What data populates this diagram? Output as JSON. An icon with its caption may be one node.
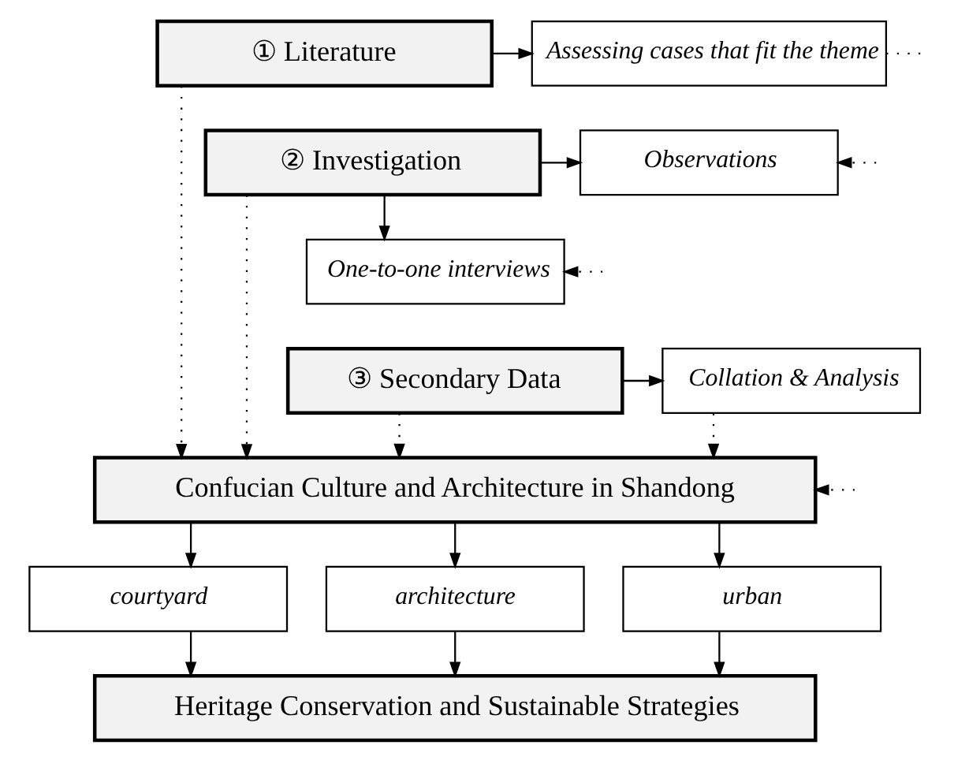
{
  "diagram": {
    "nodes": [
      {
        "text": [
          "① Literature"
        ]
      },
      {
        "text": [
          "② Investigation"
        ]
      },
      {
        "text": [
          "③ Secondary Data"
        ]
      },
      {
        "text": [
          "Assessing cases that fit the theme"
        ]
      },
      {
        "text": [
          "Observations"
        ]
      },
      {
        "text": [
          "One-to-one interviews"
        ]
      },
      {
        "text": [
          "Collation & Analysis"
        ]
      },
      {
        "text": [
          "Confucian Culture and Architecture in Shandong"
        ]
      },
      {
        "text": [
          "courtyard"
        ]
      },
      {
        "text": [
          "architecture"
        ]
      },
      {
        "text": [
          "urban"
        ]
      },
      {
        "text": [
          "Heritage Conservation and Sustainable Strategies"
        ]
      }
    ],
    "edges": [
      {
        "from": 0,
        "to": 3,
        "arrow": "to"
      },
      {
        "from": 1,
        "to": 4,
        "arrow": "to"
      },
      {
        "from": 1,
        "to": 5,
        "arrow": "to"
      },
      {
        "from": 2,
        "to": 6,
        "arrow": "to"
      },
      {
        "from": 3,
        "to": null,
        "arrow": "none",
        "style": "dashed"
      },
      {
        "from": null,
        "to": 4,
        "arrow": "to",
        "style": "dashed"
      },
      {
        "from": null,
        "to": 5,
        "arrow": "to",
        "style": "dashed"
      },
      {
        "from": 0,
        "to": 7,
        "arrow": "to",
        "style": "dashed"
      },
      {
        "from": 1,
        "to": 7,
        "arrow": "to",
        "style": "dashed"
      },
      {
        "from": 2,
        "to": 7,
        "arrow": "to",
        "style": "dashed"
      },
      {
        "from": 6,
        "to": 7,
        "arrow": "to",
        "style": "dashed"
      },
      {
        "from": null,
        "to": 7,
        "arrow": "to",
        "style": "dashed"
      },
      {
        "from": 7,
        "to": 8,
        "arrow": "to"
      },
      {
        "from": 7,
        "to": 9,
        "arrow": "to"
      },
      {
        "from": 7,
        "to": 10,
        "arrow": "to"
      },
      {
        "from": 8,
        "to": 11,
        "arrow": "to"
      },
      {
        "from": 9,
        "to": 11,
        "arrow": "to"
      },
      {
        "from": 10,
        "to": 11,
        "arrow": "to"
      }
    ]
  }
}
